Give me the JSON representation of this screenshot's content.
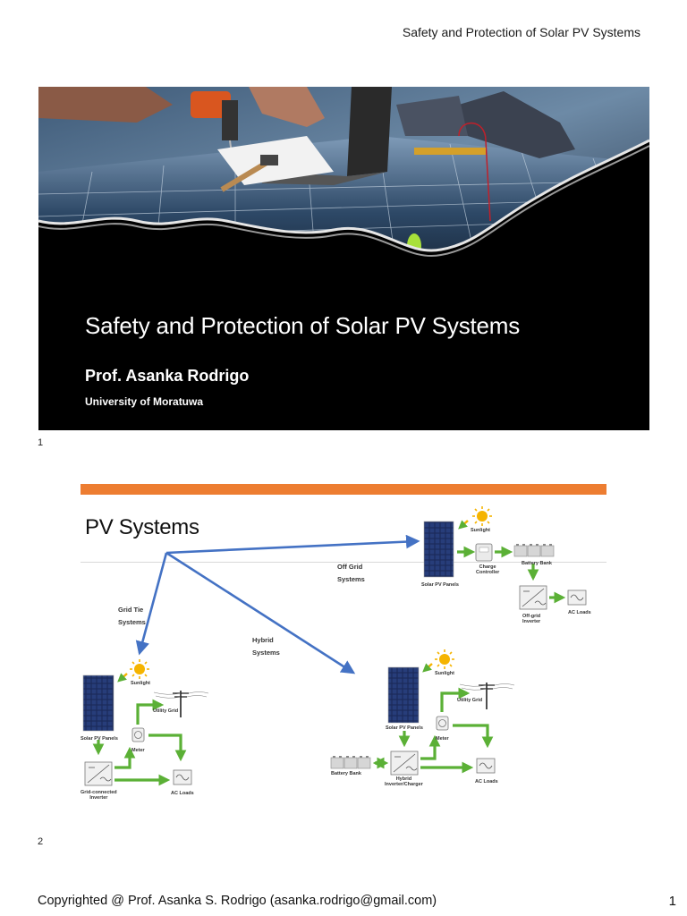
{
  "header": {
    "title": "Safety and Protection of Solar PV Systems"
  },
  "slide1": {
    "title": "Safety and Protection of Solar PV Systems",
    "author": "Prof. Asanka Rodrigo",
    "affiliation": "University of Moratuwa",
    "number": "1"
  },
  "slide2": {
    "title": "PV Systems",
    "number": "2",
    "branch_labels": {
      "off_grid": [
        "Off Grid",
        "Systems"
      ],
      "grid_tie": [
        "Grid Tie",
        "Systems"
      ],
      "hybrid": [
        "Hybrid",
        "Systems"
      ]
    },
    "off_grid": {
      "sunlight": "Sunlight",
      "panels": "Solar PV Panels",
      "controller": [
        "Charge",
        "Controller"
      ],
      "battery": "Battery Bank",
      "inverter": [
        "Off-grid",
        "Inverter"
      ],
      "loads": "AC Loads"
    },
    "grid_tie": {
      "sunlight": "Sunlight",
      "panels": "Solar PV Panels",
      "utility": "Utility Grid",
      "meter": "Meter",
      "inverter": [
        "Grid-connected",
        "Inverter"
      ],
      "loads": "AC Loads"
    },
    "hybrid": {
      "sunlight": "Sunlight",
      "panels": "Solar PV Panels",
      "utility": "Utility Grid",
      "meter": "Meter",
      "battery": "Battery Bank",
      "inverter": [
        "Hybrid",
        "Inverter/Charger"
      ],
      "loads": "AC Loads"
    }
  },
  "colors": {
    "accent": "#ed7d31",
    "branch_arrow": "#4472c4",
    "flow_arrow": "#5bb036",
    "panel": "#1b2a5a",
    "sun": "#f5b400"
  },
  "footer": {
    "copyright": "Copyrighted @ Prof. Asanka S. Rodrigo  (asanka.rodrigo@gmail.com)",
    "page_number": "1"
  }
}
